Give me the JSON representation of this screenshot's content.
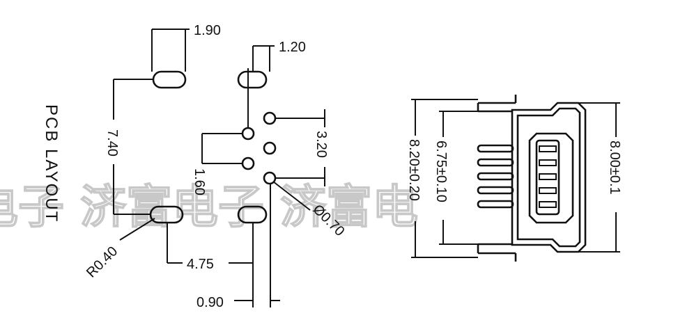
{
  "pcb_title": "PCB LAYOUT",
  "dims": {
    "d190": "1.90",
    "d120": "1.20",
    "d740": "7.40",
    "d160": "1.60",
    "d320": "3.20",
    "d070": "Ø0.70",
    "r040": "R0.40",
    "d475": "4.75",
    "d090": "0.90",
    "d820": "8.20±0.20",
    "d675": "6.75±0.10",
    "d800": "8.00±0.1"
  },
  "watermark": "电子 济富电子 济富电"
}
